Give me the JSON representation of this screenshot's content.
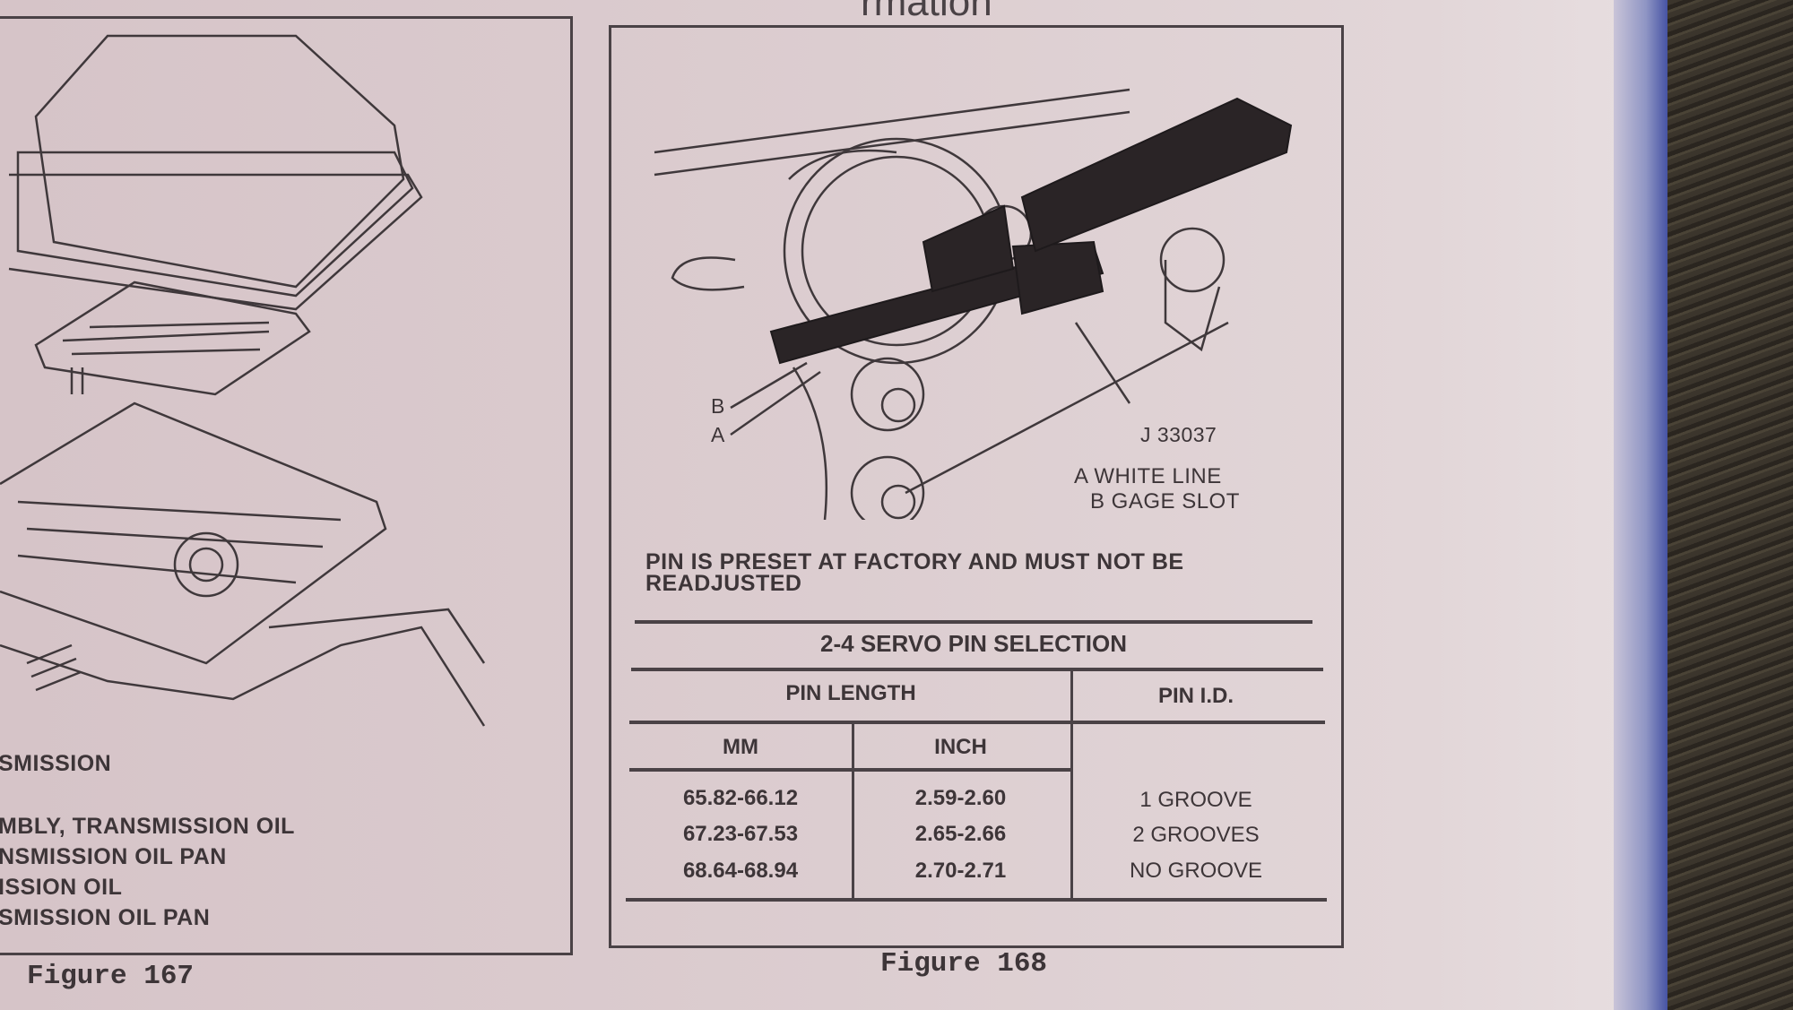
{
  "page_header_fragment": "rmation",
  "figure_167": {
    "caption": "Figure 167",
    "legend": [
      "SMISSION",
      "MBLY, TRANSMISSION OIL",
      "NSMISSION OIL PAN",
      "ISSION OIL",
      "SMISSION OIL PAN"
    ]
  },
  "figure_168": {
    "caption": "Figure 168",
    "callouts": {
      "b": "B",
      "a": "A",
      "tool": "J 33037",
      "legend_a": "A WHITE LINE",
      "legend_b": "B GAGE SLOT"
    },
    "note": [
      "PIN IS PRESET AT FACTORY AND MUST NOT BE",
      "READJUSTED"
    ],
    "table": {
      "title": "2-4 SERVO PIN SELECTION",
      "group_header": "PIN LENGTH",
      "id_header": "PIN I.D.",
      "columns": [
        "MM",
        "INCH"
      ],
      "rows": [
        {
          "mm": "65.82-66.12",
          "inch": "2.59-2.60",
          "id": "1 GROOVE"
        },
        {
          "mm": "67.23-67.53",
          "inch": "2.65-2.66",
          "id": "2 GROOVES"
        },
        {
          "mm": "68.64-68.94",
          "inch": "2.70-2.71",
          "id": "NO GROOVE"
        }
      ]
    }
  }
}
